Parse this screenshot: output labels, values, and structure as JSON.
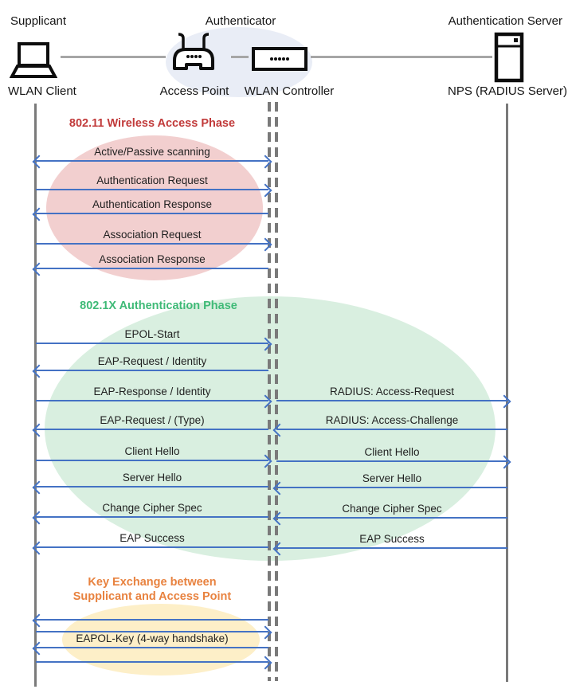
{
  "actors": {
    "supplicant": {
      "role": "Supplicant",
      "device": "WLAN Client"
    },
    "authenticator": {
      "role": "Authenticator",
      "device_ap": "Access Point",
      "device_wlc": "WLAN Controller"
    },
    "server": {
      "role": "Authentication Server",
      "device": "NPS (RADIUS Server)"
    }
  },
  "icons": {
    "supplicant": "laptop-icon",
    "access_point": "wireless-router-icon",
    "wlan_controller": "controller-box-icon",
    "server": "server-tower-icon"
  },
  "phases": {
    "p1": {
      "title": "802.11 Wireless Access Phase"
    },
    "p2": {
      "title": "802.1X Authentication Phase"
    },
    "p3": {
      "line1": "Key Exchange between",
      "line2": "Supplicant and Access Point"
    }
  },
  "messages": {
    "scanning": "Active/Passive scanning",
    "auth_request": "Authentication Request",
    "auth_response": "Authentication Response",
    "assoc_request": "Association Request",
    "assoc_response": "Association Response",
    "epol_start": "EPOL-Start",
    "eap_request_identity": "EAP-Request / Identity",
    "eap_response_identity": "EAP-Response / Identity",
    "radius_access_request": "RADIUS: Access-Request",
    "eap_request_type": "EAP-Request / (Type)",
    "radius_access_challenge": "RADIUS: Access-Challenge",
    "client_hello_left": "Client Hello",
    "client_hello_right": "Client Hello",
    "server_hello_left": "Server Hello",
    "server_hello_right": "Server Hello",
    "change_cipher_left": "Change Cipher Spec",
    "change_cipher_right": "Change Cipher Spec",
    "eap_success_left": "EAP Success",
    "eap_success_right": "EAP Success",
    "eapol_key": "EAPOL-Key (4-way handshake)"
  },
  "colors": {
    "arrow": "#4472C4",
    "lifeline": "#7A7A7A",
    "connector": "#A6A6A6",
    "label_text": "#1F1F1F",
    "phase1_text": "#C13A3A",
    "phase2_text": "#3FBA77",
    "phase3_text": "#E8823F",
    "ellipse_pink": "#F2CFCF",
    "ellipse_green": "#D9EFE0",
    "ellipse_yellow": "#FDEFC8",
    "ellipse_blue": "#E9EDF6"
  }
}
